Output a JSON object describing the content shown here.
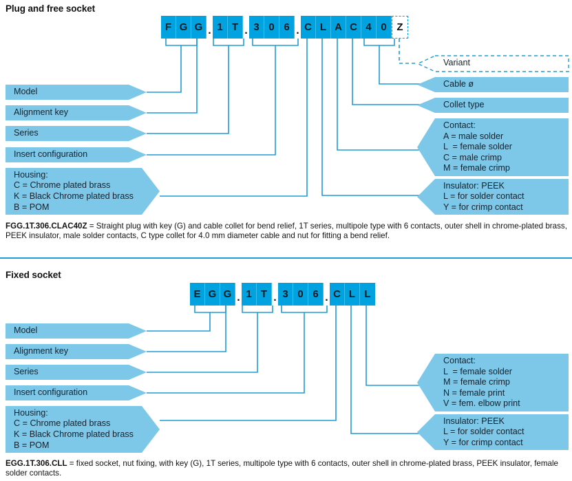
{
  "page": {
    "accent_blue": "#00A3DF",
    "label_blue": "#7DC8E8",
    "line_blue": "#1F9BD6"
  },
  "sections": [
    {
      "id": "plug-and-free-socket",
      "title": "Plug and free socket",
      "code_cells": [
        {
          "char": "F"
        },
        {
          "char": "G"
        },
        {
          "char": "G"
        },
        {
          "char": "."
        },
        {
          "char": "1"
        },
        {
          "char": "T"
        },
        {
          "char": "."
        },
        {
          "char": "3"
        },
        {
          "char": "0"
        },
        {
          "char": "6"
        },
        {
          "char": "."
        },
        {
          "char": "C"
        },
        {
          "char": "L"
        },
        {
          "char": "A"
        },
        {
          "char": "C"
        },
        {
          "char": "4"
        },
        {
          "char": "0"
        },
        {
          "char": "Z"
        }
      ],
      "left_labels": [
        {
          "name": "model",
          "text": "Model"
        },
        {
          "name": "alignment-key",
          "text": "Alignment key"
        },
        {
          "name": "series",
          "text": "Series"
        },
        {
          "name": "insert-configuration",
          "text": "Insert configuration"
        },
        {
          "name": "housing",
          "text": "Housing:\nC = Chrome plated brass\nK = Black Chrome plated brass\nB = POM"
        }
      ],
      "right_labels": [
        {
          "name": "variant",
          "text": "Variant",
          "style": "dashed"
        },
        {
          "name": "cable-diameter",
          "text": "Cable ø",
          "style": "solid"
        },
        {
          "name": "collet-type",
          "text": "Collet type",
          "style": "solid"
        },
        {
          "name": "contact",
          "text": "Contact:\nA = male solder\nL  = female solder\nC = male crimp\nM = female crimp",
          "style": "solid"
        },
        {
          "name": "insulator",
          "text": "Insulator: PEEK\nL = for solder contact\nY = for crimp contact",
          "style": "solid"
        }
      ],
      "caption_code": "FGG.1T.306.CLAC40Z",
      "caption_text": " = Straight plug with key (G) and cable collet for bend relief, 1T series, multipole type with 6 contacts, outer shell in chrome-plated brass, PEEK insulator, male solder contacts, C type collet for 4.0 mm diameter cable and nut for fitting a bend relief."
    },
    {
      "id": "fixed-socket",
      "title": "Fixed socket",
      "code_cells": [
        {
          "char": "E"
        },
        {
          "char": "G"
        },
        {
          "char": "G"
        },
        {
          "char": "."
        },
        {
          "char": "1"
        },
        {
          "char": "T"
        },
        {
          "char": "."
        },
        {
          "char": "3"
        },
        {
          "char": "0"
        },
        {
          "char": "6"
        },
        {
          "char": "."
        },
        {
          "char": "C"
        },
        {
          "char": "L"
        },
        {
          "char": "L"
        }
      ],
      "left_labels": [
        {
          "name": "model",
          "text": "Model"
        },
        {
          "name": "alignment-key",
          "text": "Alignment key"
        },
        {
          "name": "series",
          "text": "Series"
        },
        {
          "name": "insert-configuration",
          "text": "Insert configuration"
        },
        {
          "name": "housing",
          "text": "Housing:\nC = Chrome plated brass\nK = Black Chrome plated brass\nB = POM"
        }
      ],
      "right_labels": [
        {
          "name": "contact",
          "text": "Contact:\nL  = female solder\nM = female crimp\nN = female print\nV = fem. elbow print",
          "style": "solid"
        },
        {
          "name": "insulator",
          "text": "Insulator: PEEK\nL = for solder contact\nY = for crimp contact",
          "style": "solid"
        }
      ],
      "caption_code": "EGG.1T.306.CLL",
      "caption_text": " = fixed socket, nut fixing, with key (G), 1T series, multipole type with 6 contacts, outer shell in chrome-plated brass, PEEK insulator, female solder contacts."
    }
  ]
}
